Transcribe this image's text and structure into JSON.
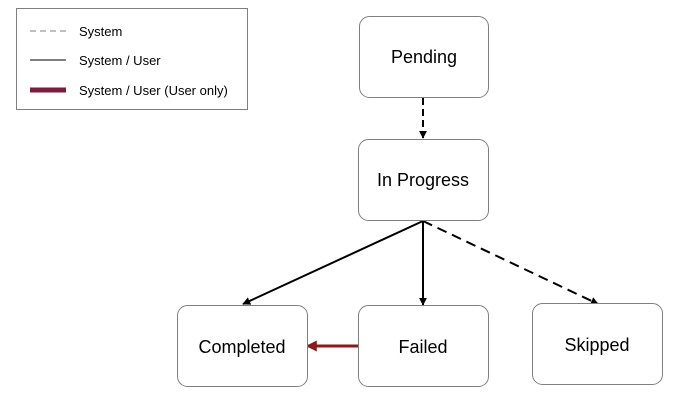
{
  "legend": {
    "items": [
      {
        "label": "System",
        "style": "dashed"
      },
      {
        "label": "System / User",
        "style": "solid"
      },
      {
        "label": "System / User (User only)",
        "style": "thick"
      }
    ]
  },
  "states": {
    "pending": "Pending",
    "in_progress": "In Progress",
    "completed": "Completed",
    "failed": "Failed",
    "skipped": "Skipped"
  },
  "transitions": [
    {
      "from": "Pending",
      "to": "In Progress",
      "style": "dashed"
    },
    {
      "from": "In Progress",
      "to": "Completed",
      "style": "solid"
    },
    {
      "from": "In Progress",
      "to": "Failed",
      "style": "solid"
    },
    {
      "from": "In Progress",
      "to": "Skipped",
      "style": "dashed"
    },
    {
      "from": "Failed",
      "to": "Completed",
      "style": "thick"
    }
  ],
  "colors": {
    "line": "#000000",
    "user_only": "#8b1a1a",
    "legend_user_only": "#7b1c3e",
    "box_border": "#7f7f7f"
  }
}
